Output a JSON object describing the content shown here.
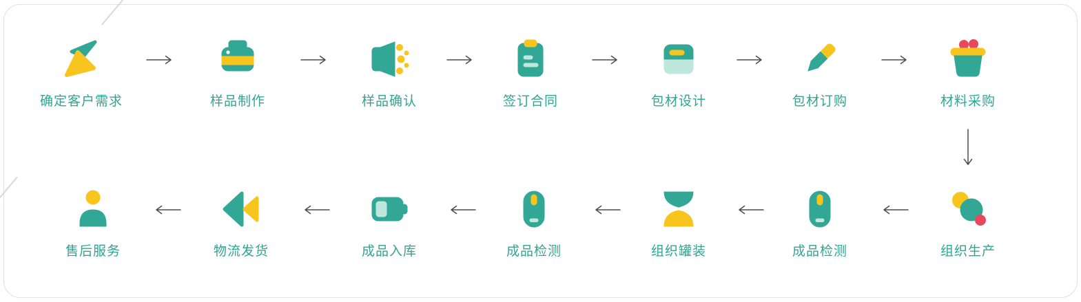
{
  "canvas": {
    "colors": {
      "teal": "#33A795",
      "yellow": "#F7C51E",
      "red": "#E8485C",
      "mint": "#BFE8DC",
      "arrow": "#4C4C4C",
      "label": "#2FA693",
      "border": "#E0E0E0",
      "bg": "#FFFFFF"
    }
  },
  "flow": {
    "title": "",
    "row1": [
      {
        "label": "确定客户需求",
        "icon": "paper-plane-icon"
      },
      {
        "label": "样品制作",
        "icon": "printer-icon"
      },
      {
        "label": "样品确认",
        "icon": "megaphone-icon"
      },
      {
        "label": "签订合同",
        "icon": "clipboard-icon"
      },
      {
        "label": "包材设计",
        "icon": "notebook-icon"
      },
      {
        "label": "包材订购",
        "icon": "pencil-icon"
      },
      {
        "label": "材料采购",
        "icon": "basket-icon"
      }
    ],
    "row1_arrow_direction": "right",
    "connector": {
      "from": "材料采购",
      "to": "组织生产",
      "direction": "down"
    },
    "row2": [
      {
        "label": "售后服务",
        "icon": "person-icon"
      },
      {
        "label": "物流发货",
        "icon": "rewind-icon"
      },
      {
        "label": "成品入库",
        "icon": "battery-icon"
      },
      {
        "label": "成品检测",
        "icon": "mouse-icon"
      },
      {
        "label": "组织罐装",
        "icon": "hourglass-icon"
      },
      {
        "label": "成品检测",
        "icon": "mouse-icon"
      },
      {
        "label": "组织生产",
        "icon": "circles-icon"
      }
    ],
    "row2_arrow_direction": "left"
  }
}
